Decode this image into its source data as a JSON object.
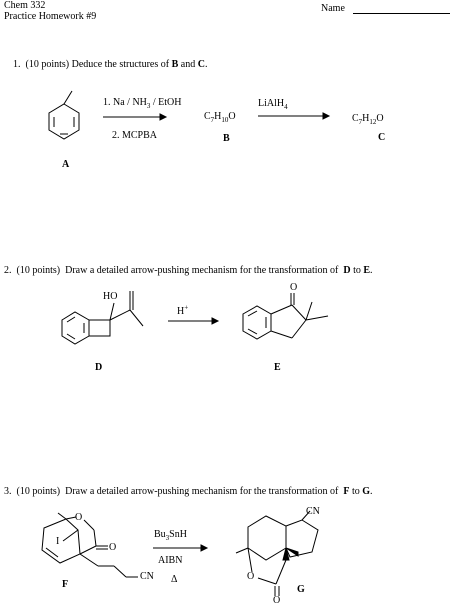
{
  "header": {
    "course": "Chem 332",
    "assignment": "Practice Homework #9",
    "name_label": "Name"
  },
  "problems": [
    {
      "number": "1.",
      "points": "(10 points)",
      "prompt_pre": "Deduce the structures of",
      "c1": "B",
      "and": "and",
      "c2": "C",
      "end": ".",
      "reagents": [
        "1. Na / NH",
        "3",
        " / EtOH",
        "2. MCPBA"
      ],
      "lialh4": [
        "LiAlH",
        "4"
      ],
      "formula_b": [
        "C",
        "7",
        "H",
        "10",
        "O"
      ],
      "formula_c": [
        "C",
        "7",
        "H",
        "12",
        "O"
      ],
      "labels": [
        "A",
        "B",
        "C"
      ]
    },
    {
      "number": "2.",
      "points": "(10 points)",
      "prompt_pre": "Draw a detailed arrow-pushing mechanism for the transformation of",
      "c1": "D",
      "to": "to",
      "c2": "E",
      "end": ".",
      "reagent": [
        "H",
        "+"
      ],
      "ho": "HO",
      "carbonyl_o": "O",
      "labels": [
        "D",
        "E"
      ]
    },
    {
      "number": "3.",
      "points": "(10 points)",
      "prompt_pre": "Draw a detailed arrow-pushing mechanism for the transformation of",
      "c1": "F",
      "to": "to",
      "c2": "G",
      "end": ".",
      "reagents": [
        "Bu",
        "3",
        "SnH",
        "AIBN",
        "Δ"
      ],
      "atoms": {
        "o_ring": "O",
        "o_carbonyl": "O",
        "iodo": "I",
        "nitrile": "CN",
        "nitrile_g": "CN",
        "o_g1": "O",
        "o_g2": "O"
      },
      "labels": [
        "F",
        "G"
      ]
    }
  ]
}
